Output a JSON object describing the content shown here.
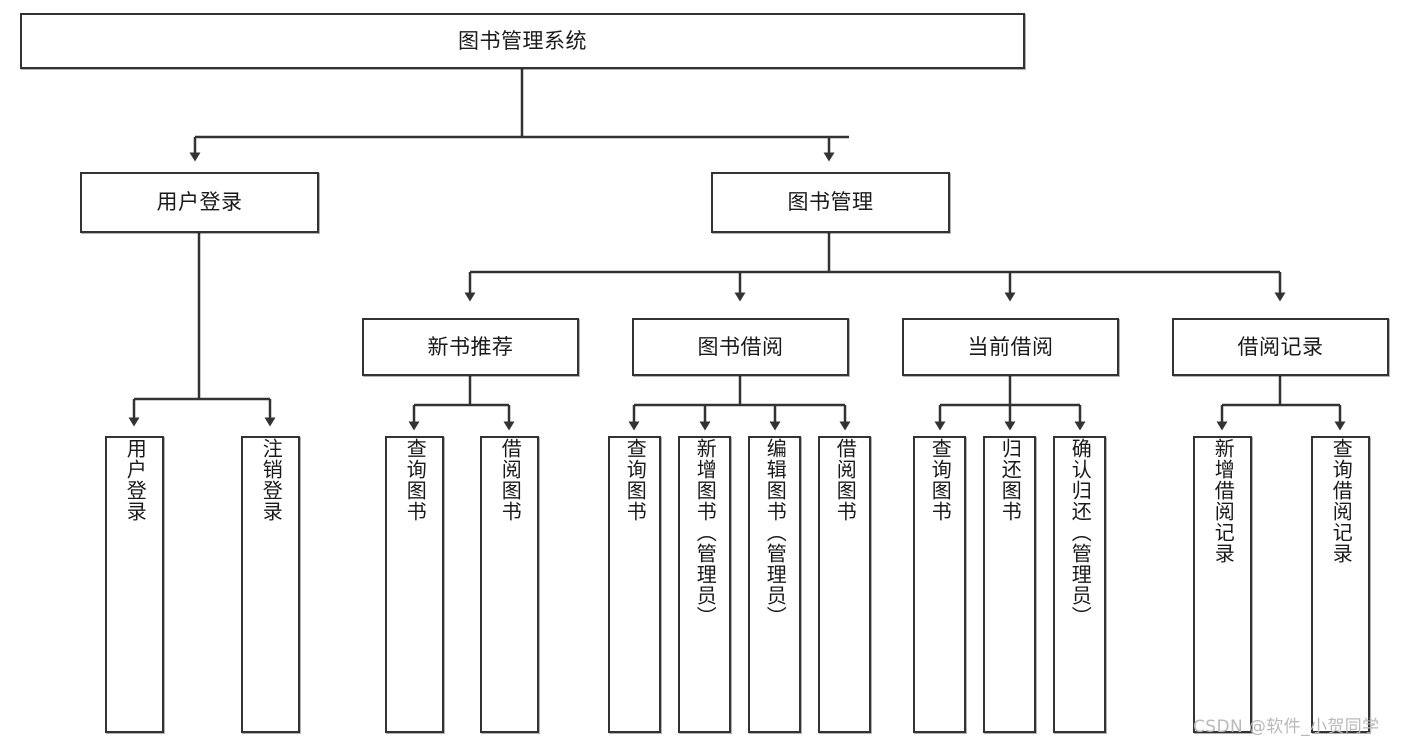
{
  "diagram": {
    "title": "图书管理系统",
    "type": "tree-hierarchy-chart",
    "watermark": "CSDN @软件_小贺同学",
    "colors": {
      "node_border": "#333333",
      "node_fill": "#ffffff",
      "edge": "#333333",
      "text": "#1a1a1a",
      "watermark": "#b9b9b9"
    },
    "root": {
      "id": "root",
      "label": "图书管理系统"
    },
    "level2": [
      {
        "id": "l2-0",
        "label": "用户登录"
      },
      {
        "id": "l2-1",
        "label": "图书管理"
      }
    ],
    "level3": [
      {
        "id": "l3-0",
        "label": "新书推荐"
      },
      {
        "id": "l3-1",
        "label": "图书借阅"
      },
      {
        "id": "l3-2",
        "label": "当前借阅"
      },
      {
        "id": "l3-3",
        "label": "借阅记录"
      }
    ],
    "leaves": [
      {
        "id": "leaf-0",
        "label": "用户登录",
        "parent": "用户登录"
      },
      {
        "id": "leaf-1",
        "label": "注销登录",
        "parent": "用户登录"
      },
      {
        "id": "leaf-2",
        "label": "查询图书",
        "parent": "新书推荐"
      },
      {
        "id": "leaf-3",
        "label": "借阅图书",
        "parent": "新书推荐"
      },
      {
        "id": "leaf-4",
        "label": "查询图书",
        "parent": "图书借阅"
      },
      {
        "id": "leaf-5",
        "label": "新增图书（管理员）",
        "parent": "图书借阅"
      },
      {
        "id": "leaf-6",
        "label": "编辑图书（管理员）",
        "parent": "图书借阅"
      },
      {
        "id": "leaf-7",
        "label": "借阅图书",
        "parent": "图书借阅"
      },
      {
        "id": "leaf-8",
        "label": "查询图书",
        "parent": "当前借阅"
      },
      {
        "id": "leaf-9",
        "label": "归还图书",
        "parent": "当前借阅"
      },
      {
        "id": "leaf-10",
        "label": "确认归还（管理员）",
        "parent": "当前借阅"
      },
      {
        "id": "leaf-11",
        "label": "新增借阅记录",
        "parent": "借阅记录"
      },
      {
        "id": "leaf-12",
        "label": "查询借阅记录",
        "parent": "借阅记录"
      }
    ]
  }
}
